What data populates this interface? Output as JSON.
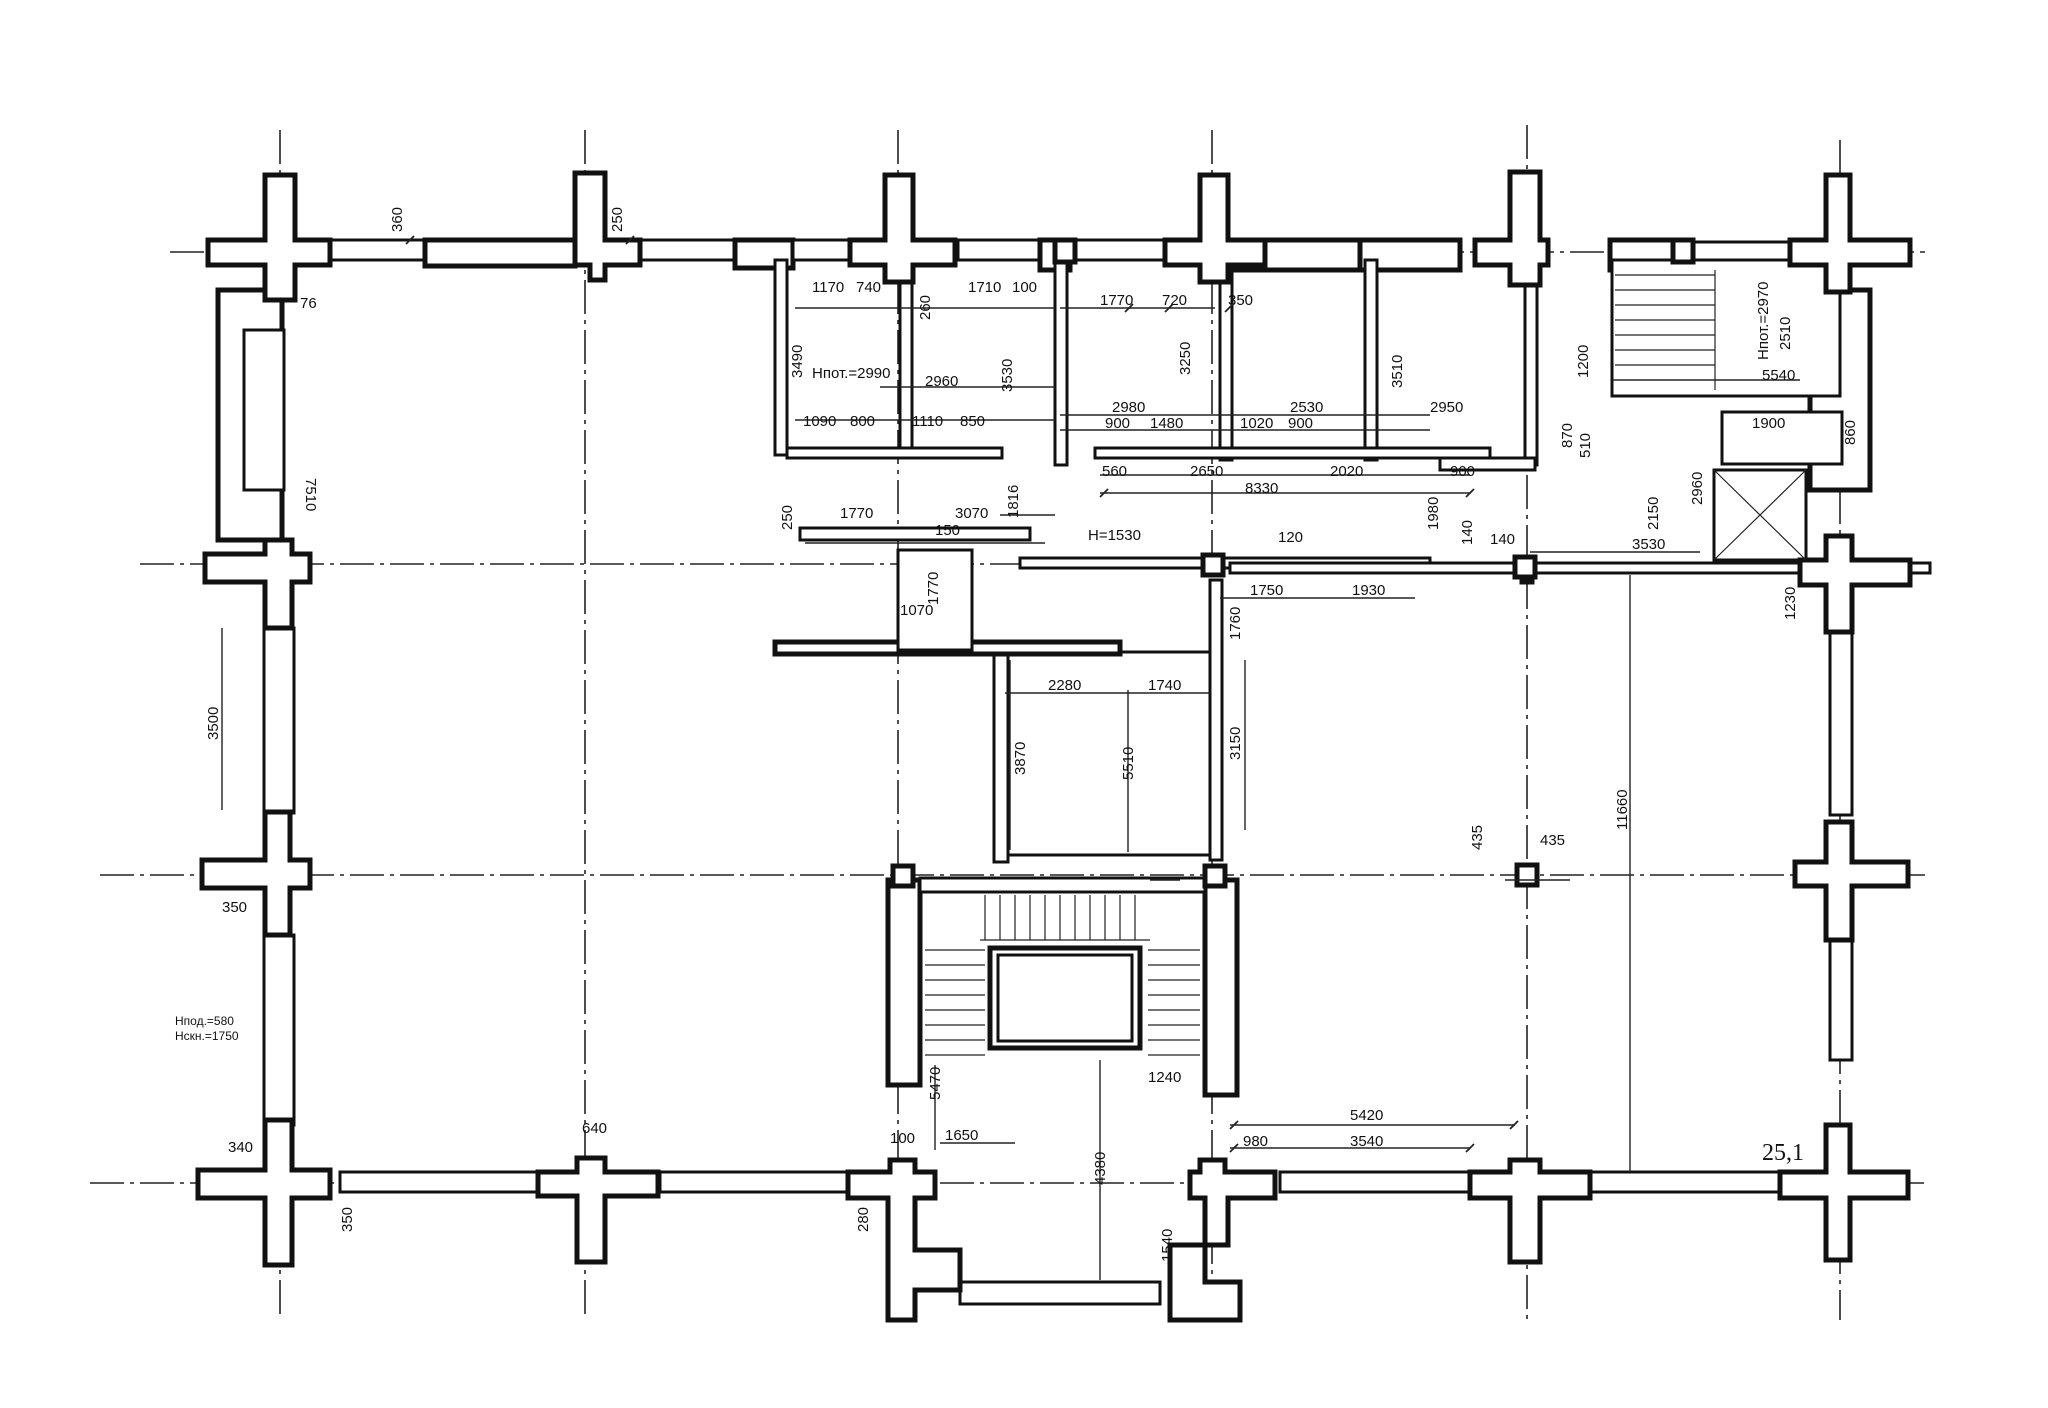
{
  "plan": {
    "sheet_number": "25,1",
    "notes": {
      "h_pot_left": "Нпот.=2990",
      "h_pot_right": "Нпот.=2970",
      "h_1530": "H=1530",
      "h_pod": "Нпод.=580",
      "h_skn": "Нскн.=1750"
    },
    "dimensions": [
      "360",
      "250",
      "76",
      "7510",
      "1170",
      "740",
      "3490",
      "260",
      "1710",
      "100",
      "3530",
      "2960",
      "1090",
      "800",
      "1110",
      "850",
      "1770",
      "720",
      "350",
      "3250",
      "2980",
      "900",
      "1480",
      "1020",
      "900",
      "2530",
      "3510",
      "2950",
      "560",
      "2650",
      "2020",
      "900",
      "8330",
      "1200",
      "5540",
      "2510",
      "870",
      "510",
      "1900",
      "860",
      "2960",
      "250",
      "1770",
      "3070",
      "150",
      "1816",
      "120",
      "1980",
      "140",
      "140",
      "3530",
      "2150",
      "1070",
      "1770",
      "1750",
      "1930",
      "1760",
      "2280",
      "1740",
      "3870",
      "5510",
      "3150",
      "1230",
      "435",
      "435",
      "11660",
      "3500",
      "350",
      "5470",
      "1240",
      "340",
      "640",
      "100",
      "1650",
      "4380",
      "5420",
      "980",
      "3540",
      "280",
      "350",
      "1540"
    ]
  }
}
